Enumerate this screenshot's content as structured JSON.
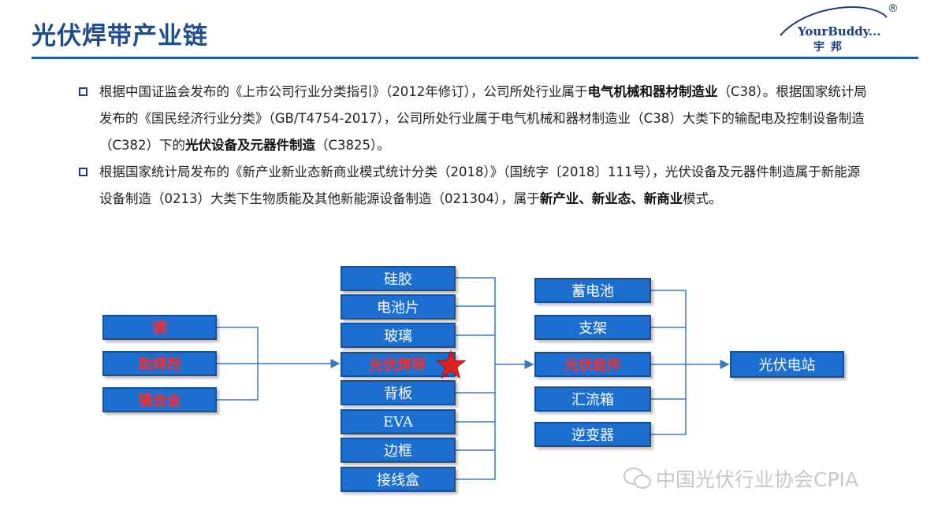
{
  "title": "光伏焊带产业链",
  "logo": {
    "name": "YourBuddy...",
    "cn": "宇邦",
    "reg": "®"
  },
  "bullets": [
    {
      "pre": "根据中国证监会发布的《上市公司行业分类指引》（2012年修订），公司所处行业属于",
      "bold1": "电气机械和器材制造业",
      "mid": "（C38）。根据国家统计局发布的《国民经济行业分类》（GB/T4754-2017），公司所处行业属于电气机械和器材制造业（C38）大类下的输配电及控制设备制造（C382）下的",
      "bold2": "光伏设备及元器件制造",
      "post": "（C3825）。"
    },
    {
      "pre": "根据国家统计局发布的《新产业新业态新商业模式统计分类（2018）》（国统字〔2018〕111号），光伏设备及元器件制造属于新能源设备制造（0213）大类下生物质能及其他新能源设备制造（021304），属于",
      "bold1": "新产业、新业态、新商业",
      "post": "模式。"
    }
  ],
  "diagram": {
    "raw": [
      "铜",
      "助焊剂",
      "锡合金"
    ],
    "materials": [
      "硅胶",
      "电池片",
      "玻璃",
      "光伏焊带",
      "背板",
      "EVA",
      "边框",
      "接线盒"
    ],
    "components": [
      "蓄电池",
      "支架",
      "光伏组件",
      "汇流箱",
      "逆变器"
    ],
    "station": "光伏电站"
  },
  "watermark": "中国光伏行业协会CPIA",
  "colors": {
    "box": "#1c6fd0",
    "highlight": "#ff2a2a",
    "title": "#1f4e8c"
  }
}
